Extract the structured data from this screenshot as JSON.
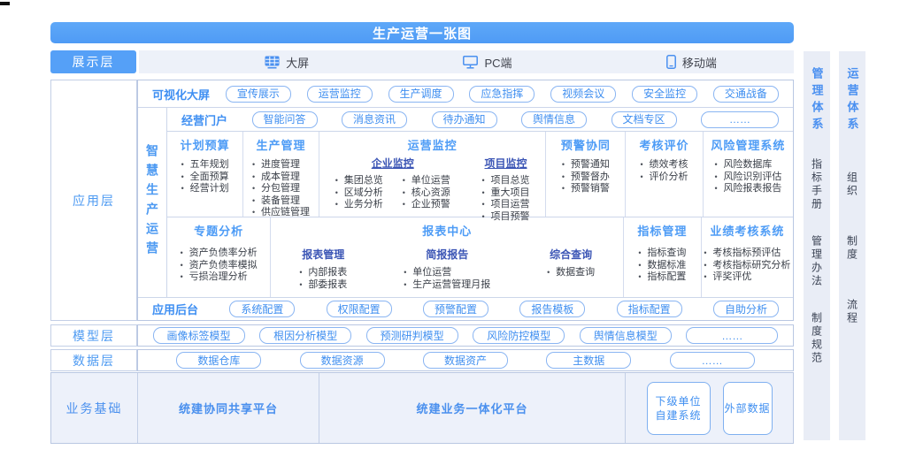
{
  "title": "生产运营一张图",
  "display_layer": {
    "label": "展示层",
    "items": [
      {
        "icon": "screen-grid-icon",
        "label": "大屏"
      },
      {
        "icon": "monitor-icon",
        "label": "PC端"
      },
      {
        "icon": "phone-icon",
        "label": "移动端"
      }
    ]
  },
  "layers": {
    "application": "应用层",
    "model": "模型层",
    "data": "数据层",
    "base": "业务基础"
  },
  "app": {
    "vertical_label": "智慧生产运营",
    "visual_row": {
      "label": "可视化大屏",
      "buttons": [
        "宣传展示",
        "运营监控",
        "生产调度",
        "应急指挥",
        "视频会议",
        "安全监控",
        "交通战备"
      ]
    },
    "portal_row": {
      "label": "经营门户",
      "buttons": [
        "智能问答",
        "消息资讯",
        "待办通知",
        "舆情信息",
        "文档专区",
        "……"
      ]
    },
    "row3": [
      {
        "title": "计划预算",
        "items": [
          "五年规划",
          "全面预算",
          "经营计划"
        ]
      },
      {
        "title": "生产管理",
        "items": [
          "进度管理",
          "成本管理",
          "分包管理",
          "装备管理",
          "供应链管理"
        ]
      },
      {
        "title": "运营监控",
        "groups": [
          {
            "title": "企业监控",
            "cols": [
              [
                "集团总览",
                "区域分析",
                "业务分析"
              ],
              [
                "单位运营",
                "核心资源",
                "企业预警"
              ]
            ]
          },
          {
            "title": "项目监控",
            "items": [
              "项目总览",
              "重大项目",
              "项目运营",
              "项目预警"
            ]
          }
        ]
      },
      {
        "title": "预警协同",
        "items": [
          "预警通知",
          "预警督办",
          "预警销警"
        ]
      },
      {
        "title": "考核评价",
        "items": [
          "绩效考核",
          "评价分析"
        ]
      },
      {
        "title": "风险管理系统",
        "items": [
          "风险数据库",
          "风险识别评估",
          "风险报表报告"
        ]
      }
    ],
    "row4": [
      {
        "title": "专题分析",
        "items": [
          "资产负债率分析",
          "资产负债率模拟",
          "亏损治理分析"
        ]
      },
      {
        "title": "报表中心",
        "groups": [
          {
            "title": "报表管理",
            "items": [
              "内部报表",
              "部委报表"
            ]
          },
          {
            "title": "简报报告",
            "items": [
              "单位运营",
              "生产运营管理月报"
            ]
          },
          {
            "title": "综合查询",
            "items": [
              "数据查询"
            ]
          }
        ]
      },
      {
        "title": "指标管理",
        "items": [
          "指标查询",
          "数据标准",
          "指标配置"
        ]
      },
      {
        "title": "业绩考核系统",
        "items": [
          "考核指标预评估",
          "考核指标研究分析",
          "评奖评优"
        ]
      }
    ],
    "admin_row": {
      "label": "应用后台",
      "buttons": [
        "系统配置",
        "权限配置",
        "预警配置",
        "报告模板",
        "指标配置",
        "自助分析"
      ]
    }
  },
  "model_layer": {
    "buttons": [
      "画像标签模型",
      "根因分析模型",
      "预测研判模型",
      "风险防控模型",
      "舆情信息模型",
      "……"
    ]
  },
  "data_layer": {
    "buttons": [
      "数据仓库",
      "数据资源",
      "数据资产",
      "主数据",
      "……"
    ]
  },
  "base_layer": {
    "platforms": [
      "统建协同共享平台",
      "统建业务一体化平台"
    ],
    "boxes": [
      "下级单位\n自建系统",
      "外部数据"
    ]
  },
  "side_columns": [
    {
      "title": "管理体系",
      "items": [
        "指标手册",
        "管理办法",
        "制度规范"
      ]
    },
    {
      "title": "运营体系",
      "items": [
        "组织",
        "制度",
        "流程"
      ]
    }
  ],
  "colors": {
    "primary_blue": "#55a0f7",
    "deep_blue_subheader": "#3b55b5",
    "button_text": "#3e8ef0",
    "button_border": "#8ab5f2",
    "bullet_text": "#3a3f48",
    "panel_bg": "#e9edf6",
    "grid_border": "#c0cce4"
  }
}
